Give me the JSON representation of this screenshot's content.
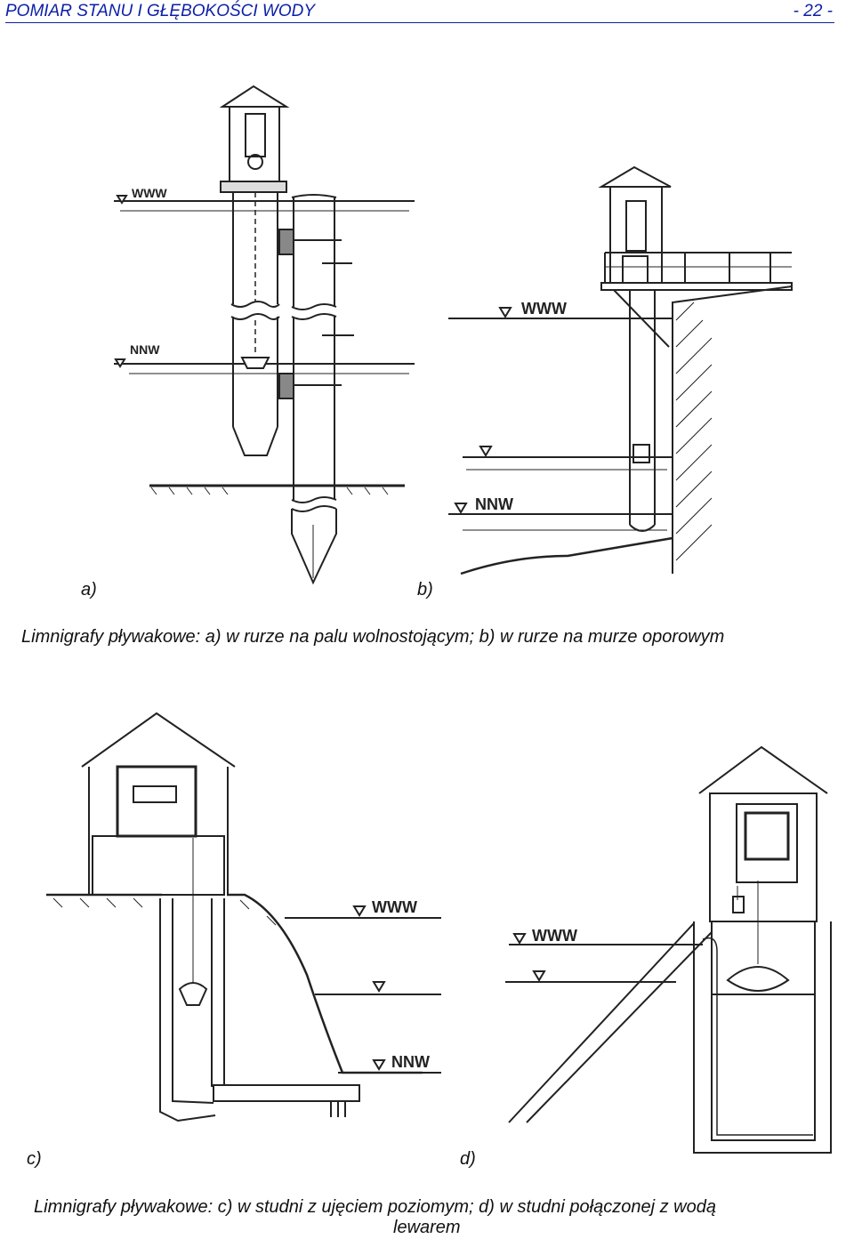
{
  "header": {
    "title": "POMIAR STANU I GŁĘBOKOŚCI WODY",
    "page": "- 22 -"
  },
  "figures_top": {
    "label_a": "a)",
    "label_b": "b)",
    "caption": "Limnigrafy pływakowe: a) w rurze na palu wolnostojącym; b) w rurze na murze oporowym"
  },
  "figures_bottom": {
    "label_c": "c)",
    "label_d": "d)",
    "caption_line1": "Limnigrafy pływakowe: c) w studni z ujęciem poziomym; d) w studni połączonej z wodą",
    "caption_line2": "lewarem"
  },
  "levels": {
    "www": "WWW",
    "nnw": "NNW"
  }
}
